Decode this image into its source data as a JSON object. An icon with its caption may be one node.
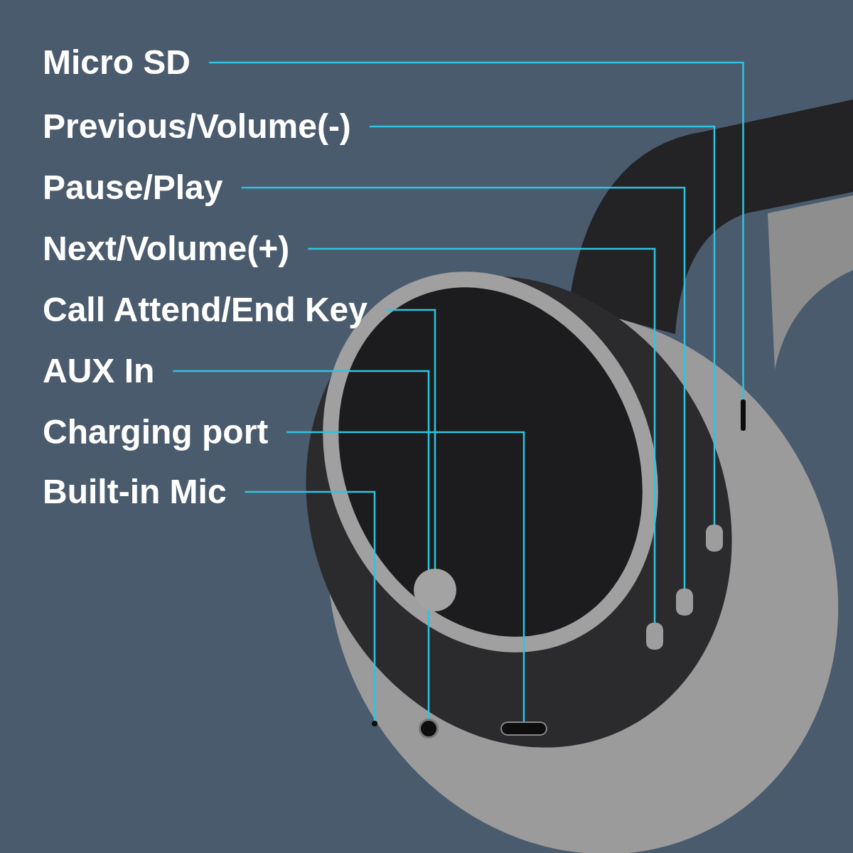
{
  "diagram": {
    "nodes": [
      {
        "text": [
          "Micro SD"
        ]
      },
      {
        "text": [
          "Previous/Volume(-)"
        ]
      },
      {
        "text": [
          "Pause/Play"
        ]
      },
      {
        "text": [
          "Next/Volume(+)"
        ]
      },
      {
        "text": [
          "Call Attend/End Key"
        ]
      },
      {
        "text": [
          "AUX In"
        ]
      },
      {
        "text": [
          "Charging port"
        ]
      },
      {
        "text": [
          "Built-in Mic"
        ]
      },
      {
        "text": [],
        "shape": "bar"
      },
      {
        "text": [],
        "shape": "box"
      },
      {
        "text": [],
        "shape": "box"
      },
      {
        "text": [],
        "shape": "box"
      },
      {
        "text": [],
        "shape": "circle"
      },
      {
        "text": [],
        "shape": "circle"
      },
      {
        "text": [],
        "shape": "box"
      },
      {
        "text": [],
        "shape": "circle"
      }
    ],
    "edges": [
      {
        "from": 0,
        "to": 8,
        "arrow": "none"
      },
      {
        "from": 1,
        "to": 9,
        "arrow": "none"
      },
      {
        "from": 2,
        "to": 10,
        "arrow": "none"
      },
      {
        "from": 3,
        "to": 11,
        "arrow": "none"
      },
      {
        "from": 4,
        "to": 12,
        "arrow": "none"
      },
      {
        "from": 5,
        "to": 13,
        "arrow": "none"
      },
      {
        "from": 6,
        "to": 14,
        "arrow": "none"
      },
      {
        "from": 7,
        "to": 15,
        "arrow": "none"
      }
    ]
  }
}
